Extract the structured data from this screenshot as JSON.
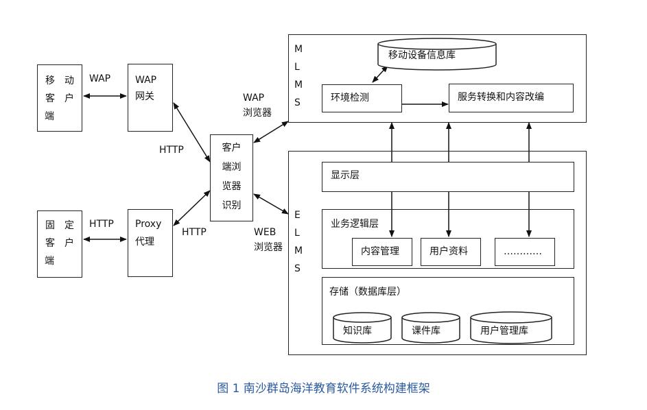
{
  "mobile_client": {
    "lines": [
      "移　动",
      "客　户",
      "端"
    ]
  },
  "fixed_client": {
    "lines": [
      "固　定",
      "客　户",
      "端"
    ]
  },
  "wap_gateway": {
    "lines": [
      "WAP",
      "网关"
    ]
  },
  "proxy": {
    "lines": [
      "Proxy",
      "代理"
    ]
  },
  "browser_id": {
    "lines": [
      "客户",
      "端浏",
      "览器",
      "识别"
    ]
  },
  "labels": {
    "wap": "WAP",
    "http_left_top": "HTTP",
    "http_left_bottom": "HTTP",
    "http_mid": "HTTP",
    "wap_browser": [
      "WAP",
      "浏览器"
    ],
    "web_browser": [
      "WEB",
      "浏览器"
    ]
  },
  "mlms": {
    "letters": [
      "M",
      "L",
      "M",
      "S"
    ],
    "db": "移动设备信息库",
    "env": "环境检测",
    "service": "服务转换和内容改编"
  },
  "elms": {
    "letters": [
      "E",
      "L",
      "M",
      "S"
    ],
    "display": "显示层",
    "business": "业务逻辑层",
    "content_mgmt": "内容管理",
    "user_info": "用户资料",
    "more": "…………",
    "storage": "存储（数据库层）",
    "kb": "知识库",
    "courseware": "课件库",
    "user_db": "用户管理库"
  },
  "caption": "图 1 南沙群岛海洋教育软件系统构建框架"
}
